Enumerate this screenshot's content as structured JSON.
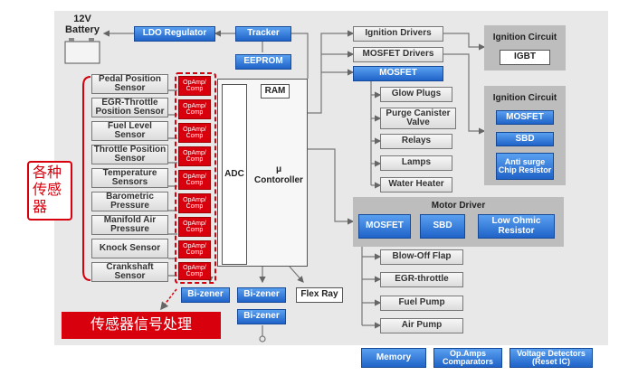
{
  "battery": {
    "label_line1": "12V",
    "label_line2": "Battery"
  },
  "top_chain": {
    "ldo": "LDO Regulator",
    "tracker": "Tracker",
    "eeprom": "EEPROM"
  },
  "sensors": [
    "Pedal Position Sensor",
    "EGR-Throttle Position Sensor",
    "Fuel Level Sensor",
    "Throttle Position Sensor",
    "Temperature Sensors",
    "Barometric Pressure",
    "Manifold Air Pressure",
    "Knock Sensor",
    "Crankshaft Sensor"
  ],
  "opamp_label": "OpAmp/ Comp",
  "controller": {
    "adc": "ADC",
    "ram": "RAM",
    "mu": "μ",
    "name": "Contoroller"
  },
  "outputs_top": {
    "ignition_drivers": "Ignition Drivers",
    "mosfet_drivers": "MOSFET Drivers",
    "mosfet": "MOSFET"
  },
  "mosfet_loads": [
    "Glow Plugs",
    "Purge Canister Valve",
    "Relays",
    "Lamps",
    "Water Heater"
  ],
  "ignition_circuit_1": {
    "title": "Ignition Circuit",
    "item": "IGBT"
  },
  "ignition_circuit_2": {
    "title": "Ignition Circuit",
    "items": [
      "MOSFET",
      "SBD",
      "Anti surge Chip Resistor"
    ]
  },
  "motor_driver": {
    "title": "Motor Driver",
    "items": [
      "MOSFET",
      "SBD",
      "Low Ohmic Resistor"
    ]
  },
  "motor_loads": [
    "Blow-Off Flap",
    "EGR-throttle",
    "Fuel Pump",
    "Air Pump"
  ],
  "bottom": {
    "bizener_1": "Bi-zener",
    "bizener_2": "Bi-zener",
    "bizener_3": "Bi-zener",
    "flexray": "Flex Ray"
  },
  "legend": {
    "memory": "Memory",
    "opamps": "Op.Amps Comparators",
    "voltage": "Voltage Detectors (Reset IC)"
  },
  "annotations": {
    "sensors_cn": "各种 传感器",
    "signal_cn": "传感器信号处理"
  },
  "colors": {
    "accent_red": "#d8000c",
    "blue": "#1f63c8",
    "panel": "#e8e8e8"
  }
}
